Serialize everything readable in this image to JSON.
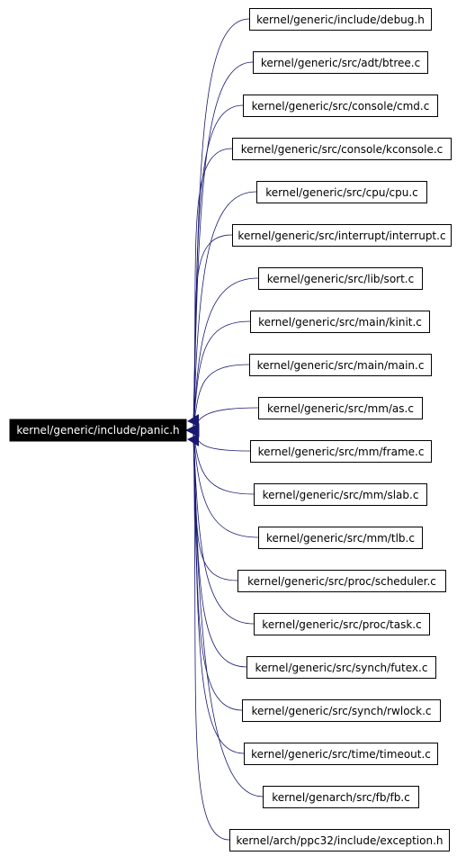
{
  "graph": {
    "target": "kernel/generic/include/panic.h",
    "sources": [
      "kernel/generic/include/debug.h",
      "kernel/generic/src/adt/btree.c",
      "kernel/generic/src/console/cmd.c",
      "kernel/generic/src/console/kconsole.c",
      "kernel/generic/src/cpu/cpu.c",
      "kernel/generic/src/interrupt/interrupt.c",
      "kernel/generic/src/lib/sort.c",
      "kernel/generic/src/main/kinit.c",
      "kernel/generic/src/main/main.c",
      "kernel/generic/src/mm/as.c",
      "kernel/generic/src/mm/frame.c",
      "kernel/generic/src/mm/slab.c",
      "kernel/generic/src/mm/tlb.c",
      "kernel/generic/src/proc/scheduler.c",
      "kernel/generic/src/proc/task.c",
      "kernel/generic/src/synch/futex.c",
      "kernel/generic/src/synch/rwlock.c",
      "kernel/generic/src/time/timeout.c",
      "kernel/genarch/src/fb/fb.c",
      "kernel/arch/ppc32/include/exception.h"
    ]
  },
  "colors": {
    "edge": "#191970",
    "target_fill": "#000000",
    "target_text": "#ffffff",
    "node_border": "#000000",
    "node_fill": "#ffffff"
  }
}
